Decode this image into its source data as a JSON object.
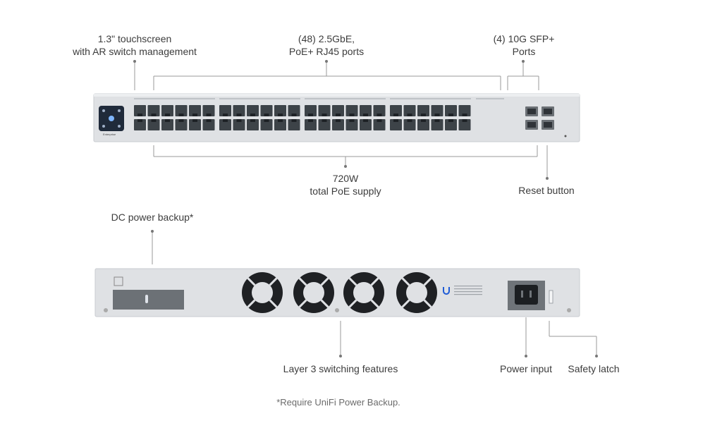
{
  "front_labels": {
    "touchscreen": [
      "1.3\" touchscreen",
      "with AR switch management"
    ],
    "rj45": [
      "(48) 2.5GbE,",
      "PoE+ RJ45 ports"
    ],
    "sfp": [
      "(4) 10G SFP+",
      "Ports"
    ],
    "poe_supply": [
      "720W",
      "total PoE supply"
    ],
    "reset": "Reset button"
  },
  "rear_labels": {
    "dc_backup": "DC power backup*",
    "layer3": "Layer 3 switching features",
    "power_input": "Power input",
    "safety_latch": "Safety latch"
  },
  "footnote": "*Require UniFi Power Backup.",
  "device": {
    "port_count": 48,
    "sfp_count": 4,
    "fan_count": 4,
    "brand_text": "Enterprise"
  },
  "colors": {
    "chassis": "#dfe1e4",
    "port": "#3d4348",
    "display": "#1f2a3a",
    "line": "#9a9a9a"
  }
}
